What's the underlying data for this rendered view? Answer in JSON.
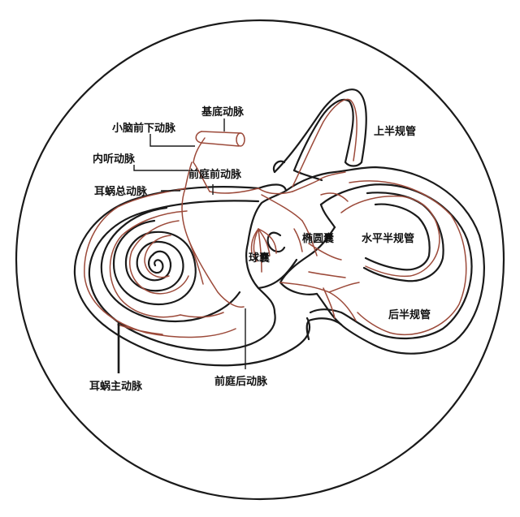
{
  "labels": {
    "basilar_artery": "基底动脉",
    "aica": "小脑前下动脉",
    "internal_auditory_artery": "内听动脉",
    "anterior_vestibular_artery": "前庭前动脉",
    "common_cochlear_artery": "耳蜗总动脉",
    "superior_canal": "上半规管",
    "utricle": "椭圆囊",
    "horizontal_canal": "水平半规管",
    "saccule": "球囊",
    "posterior_canal": "后半规管",
    "main_cochlear_artery": "耳蜗主动脉",
    "posterior_vestibular_artery": "前庭后动脉"
  },
  "colors": {
    "outline": "#1a1a1a",
    "vessel": "#9c4a3a",
    "background": "#ffffff"
  }
}
